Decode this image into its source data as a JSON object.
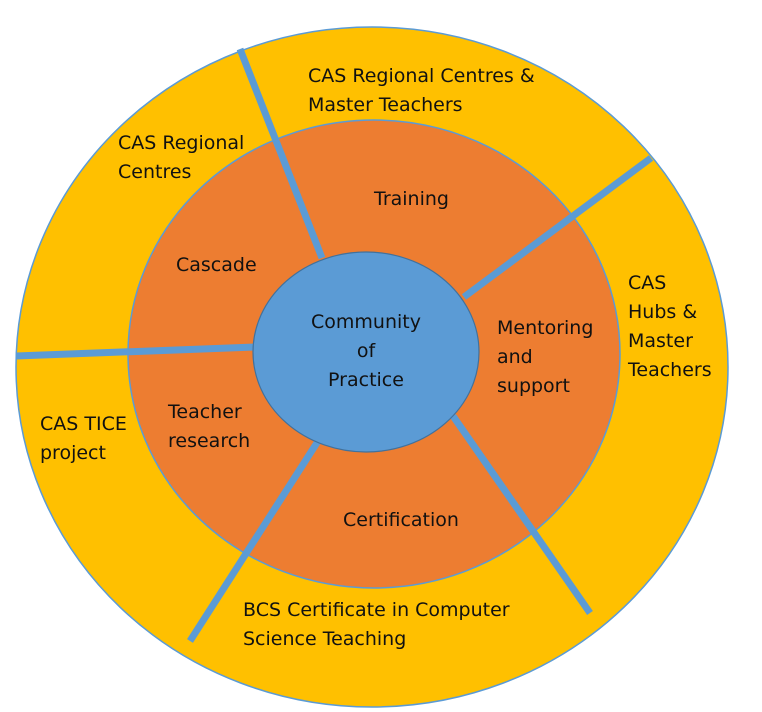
{
  "colors": {
    "outer": "#FFC000",
    "middle": "#ED7D31",
    "inner": "#5B9BD5",
    "divider": "#5B9BD5"
  },
  "center": [
    "Community",
    "of",
    "Practice"
  ],
  "inner_segments": {
    "training": "Training",
    "mentoring": [
      "Mentoring",
      "and",
      "support"
    ],
    "certification": "Certification",
    "research": [
      "Teacher",
      "research"
    ],
    "cascade": "Cascade"
  },
  "outer_segments": {
    "regional_master": [
      "CAS Regional Centres &",
      "Master Teachers"
    ],
    "hubs": [
      "CAS",
      "Hubs &",
      "Master",
      "Teachers"
    ],
    "bcs": [
      "BCS Certificate in Computer",
      "Science Teaching"
    ],
    "tice": [
      "CAS TICE",
      "project"
    ],
    "regional": [
      "CAS Regional",
      "Centres"
    ]
  }
}
